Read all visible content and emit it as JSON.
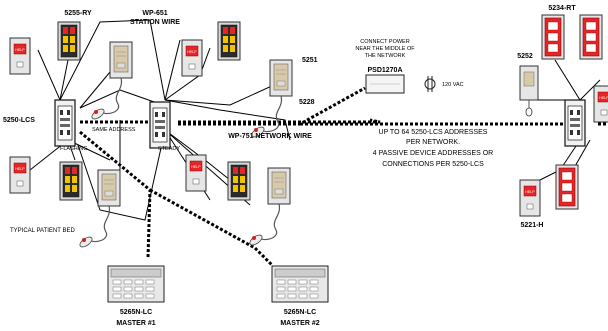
{
  "labels": {
    "model_5255": "5255-RY",
    "station_wire_1": "WP-651",
    "station_wire_2": "STATION WIRE",
    "power_note_1": "CONNECT POWER",
    "power_note_2": "NEAR THE MIDDLE OF",
    "power_note_3": "THE NETWORK",
    "model_5234": "5234-RT",
    "model_5252": "5252",
    "model_5251": "5251",
    "model_5228": "5228",
    "psd": "PSD1270A",
    "vac": "120 VAC",
    "model_5250": "5250-LCS",
    "same_address": "SAME ADDRESS",
    "flashing": "FLASHING",
    "steady": "STEADY",
    "network_wire": "WP-751 NETWORK WIRE",
    "net_note_1": "UP TO 64 5250-LCS ADDRESSES",
    "net_note_2": "PER NETWORK.",
    "net_note_3": "4 PASSIVE DEVICE ADDRESSES OR",
    "net_note_4": "CONNECTIONS PER 5250-LCS",
    "patient_bed": "TYPICAL PATIENT BED",
    "model_5221": "5221-H",
    "master1_model": "5265N-LC",
    "master1_name": "MASTER #1",
    "master2_model": "5265N-LC",
    "master2_name": "MASTER #2"
  },
  "colors": {
    "red": "#e52626",
    "yellow": "#f2c400",
    "panel": "#d9d9d9",
    "wire": "#000000"
  }
}
